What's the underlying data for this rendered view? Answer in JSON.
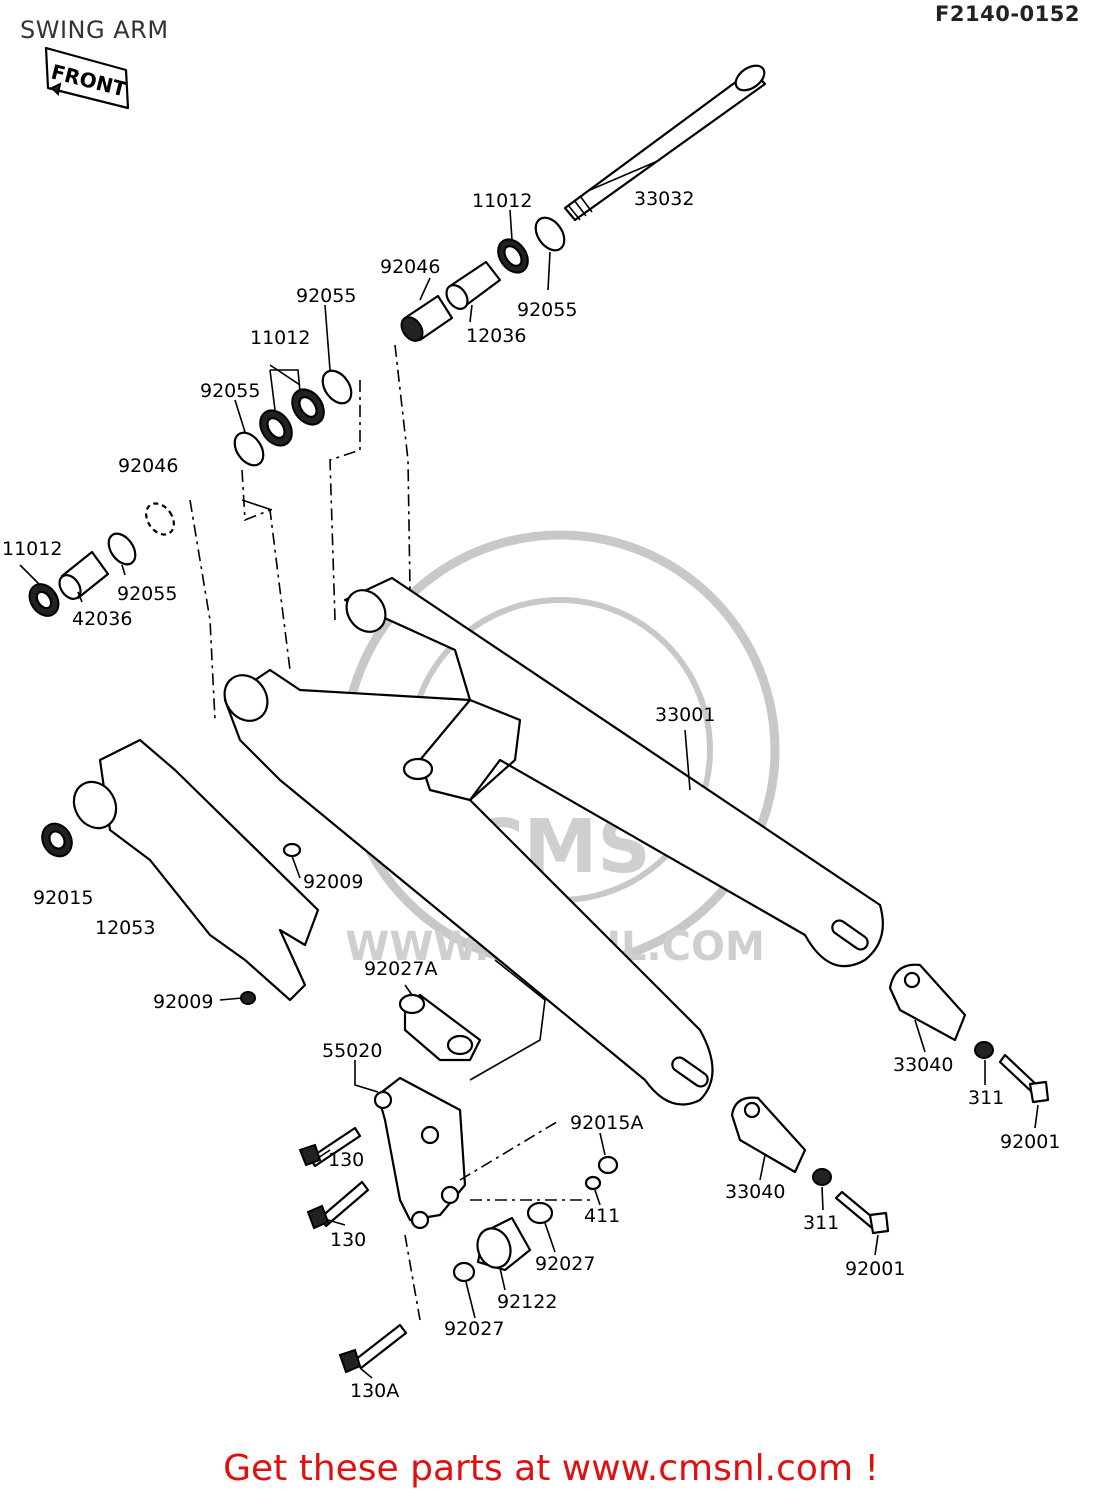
{
  "header": {
    "title": "SWING ARM",
    "diagram_code": "F2140-0152"
  },
  "front_marker": "FRONT",
  "watermark": {
    "logo_text": "CMS",
    "url_text": "WWW.CMSNL.COM"
  },
  "labels": {
    "l33032": "33032",
    "l11012_top": "11012",
    "l92046_top": "92046",
    "l92055_top": "92055",
    "l12036_top": "12036",
    "l92055_mid_top": "92055",
    "l11012_mid": "11012",
    "l92055_mid_left": "92055",
    "l92046_left": "92046",
    "l11012_left": "11012",
    "l92055_left": "92055",
    "l42036_left": "42036",
    "l33001": "33001",
    "l92009_top": "92009",
    "l92015": "92015",
    "l12053": "12053",
    "l92027A": "92027A",
    "l92009_bottom": "92009",
    "l55020": "55020",
    "l92015A": "92015A",
    "l130_top": "130",
    "l130_bottom": "130",
    "l411": "411",
    "l92027_right": "92027",
    "l92122": "92122",
    "l92027_bottom": "92027",
    "l130A": "130A",
    "l33040_right": "33040",
    "l311_right": "311",
    "l92001_right": "92001",
    "l33040_left": "33040",
    "l311_left": "311",
    "l92001_left": "92001"
  },
  "footer": {
    "text": "Get these parts at www.cmsnl.com !",
    "color": "#e01010"
  }
}
